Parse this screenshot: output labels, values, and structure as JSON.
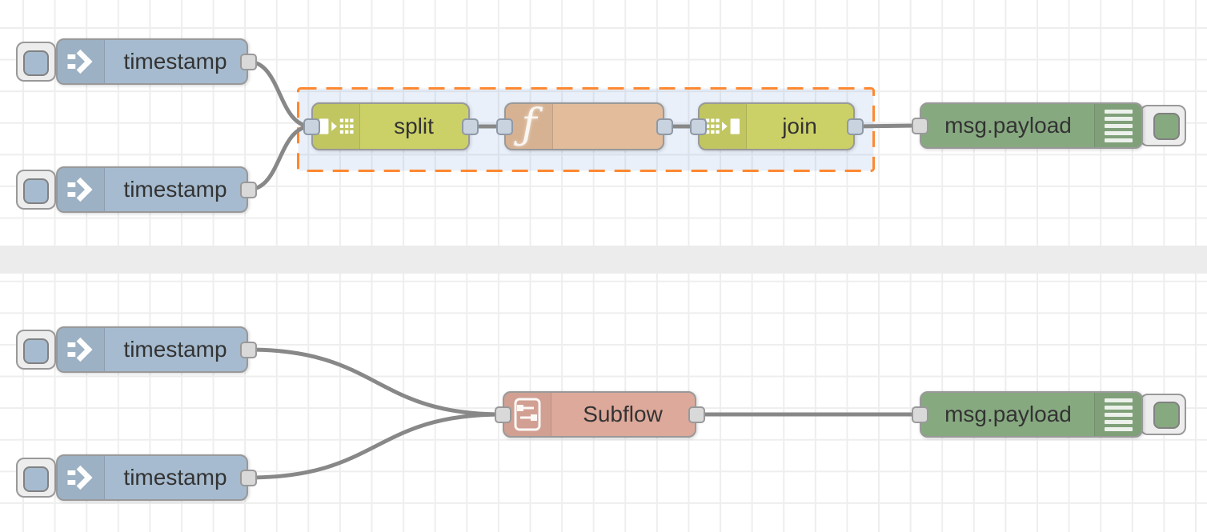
{
  "editor": "Node-RED flow canvas",
  "colors": {
    "inject_node": "#a6bbcf",
    "sequence_node": "#ccd167",
    "function_node": "#e2bc9b",
    "debug_node": "#87a980",
    "subflow_node": "#dda99a",
    "wire": "#888888",
    "node_border": "#999999",
    "group_border": "#ff8830",
    "group_fill": "rgba(70,130,210,0.12)",
    "grid_line": "#eeeeee",
    "separator_band": "#ececec",
    "label_text": "#333333",
    "port_fill": "#d9d9d9"
  },
  "top_flow": {
    "inject1": {
      "label": "timestamp",
      "type": "inject"
    },
    "inject2": {
      "label": "timestamp",
      "type": "inject"
    },
    "split": {
      "label": "split",
      "type": "split"
    },
    "function": {
      "label": "",
      "type": "function"
    },
    "join": {
      "label": "join",
      "type": "join"
    },
    "debug": {
      "label": "msg.payload",
      "type": "debug"
    },
    "group_selected": true
  },
  "bottom_flow": {
    "inject1": {
      "label": "timestamp",
      "type": "inject"
    },
    "inject2": {
      "label": "timestamp",
      "type": "inject"
    },
    "subflow": {
      "label": "Subflow",
      "type": "subflow"
    },
    "debug": {
      "label": "msg.payload",
      "type": "debug"
    }
  },
  "icons": {
    "inject": "inject-arrow-icon",
    "split": "split-icon",
    "join": "join-icon",
    "function": "function-f-icon",
    "subflow": "subflow-icon",
    "debug": "debug-list-icon"
  }
}
